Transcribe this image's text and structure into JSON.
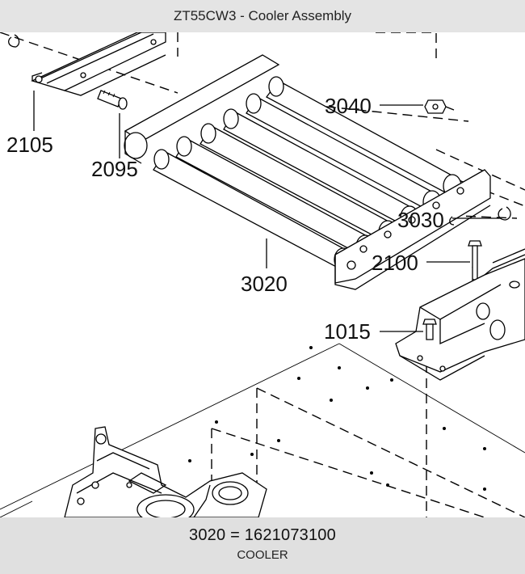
{
  "header": {
    "title": "ZT55CW3 - Cooler Assembly"
  },
  "callouts": [
    {
      "id": "2105",
      "label": "2105"
    },
    {
      "id": "2095",
      "label": "2095"
    },
    {
      "id": "3040",
      "label": "3040"
    },
    {
      "id": "3030",
      "label": "3030"
    },
    {
      "id": "3020",
      "label": "3020"
    },
    {
      "id": "2100",
      "label": "2100"
    },
    {
      "id": "1015",
      "label": "1015"
    }
  ],
  "footer": {
    "selected_label": "3020 = 1621073100",
    "description": "COOLER"
  }
}
